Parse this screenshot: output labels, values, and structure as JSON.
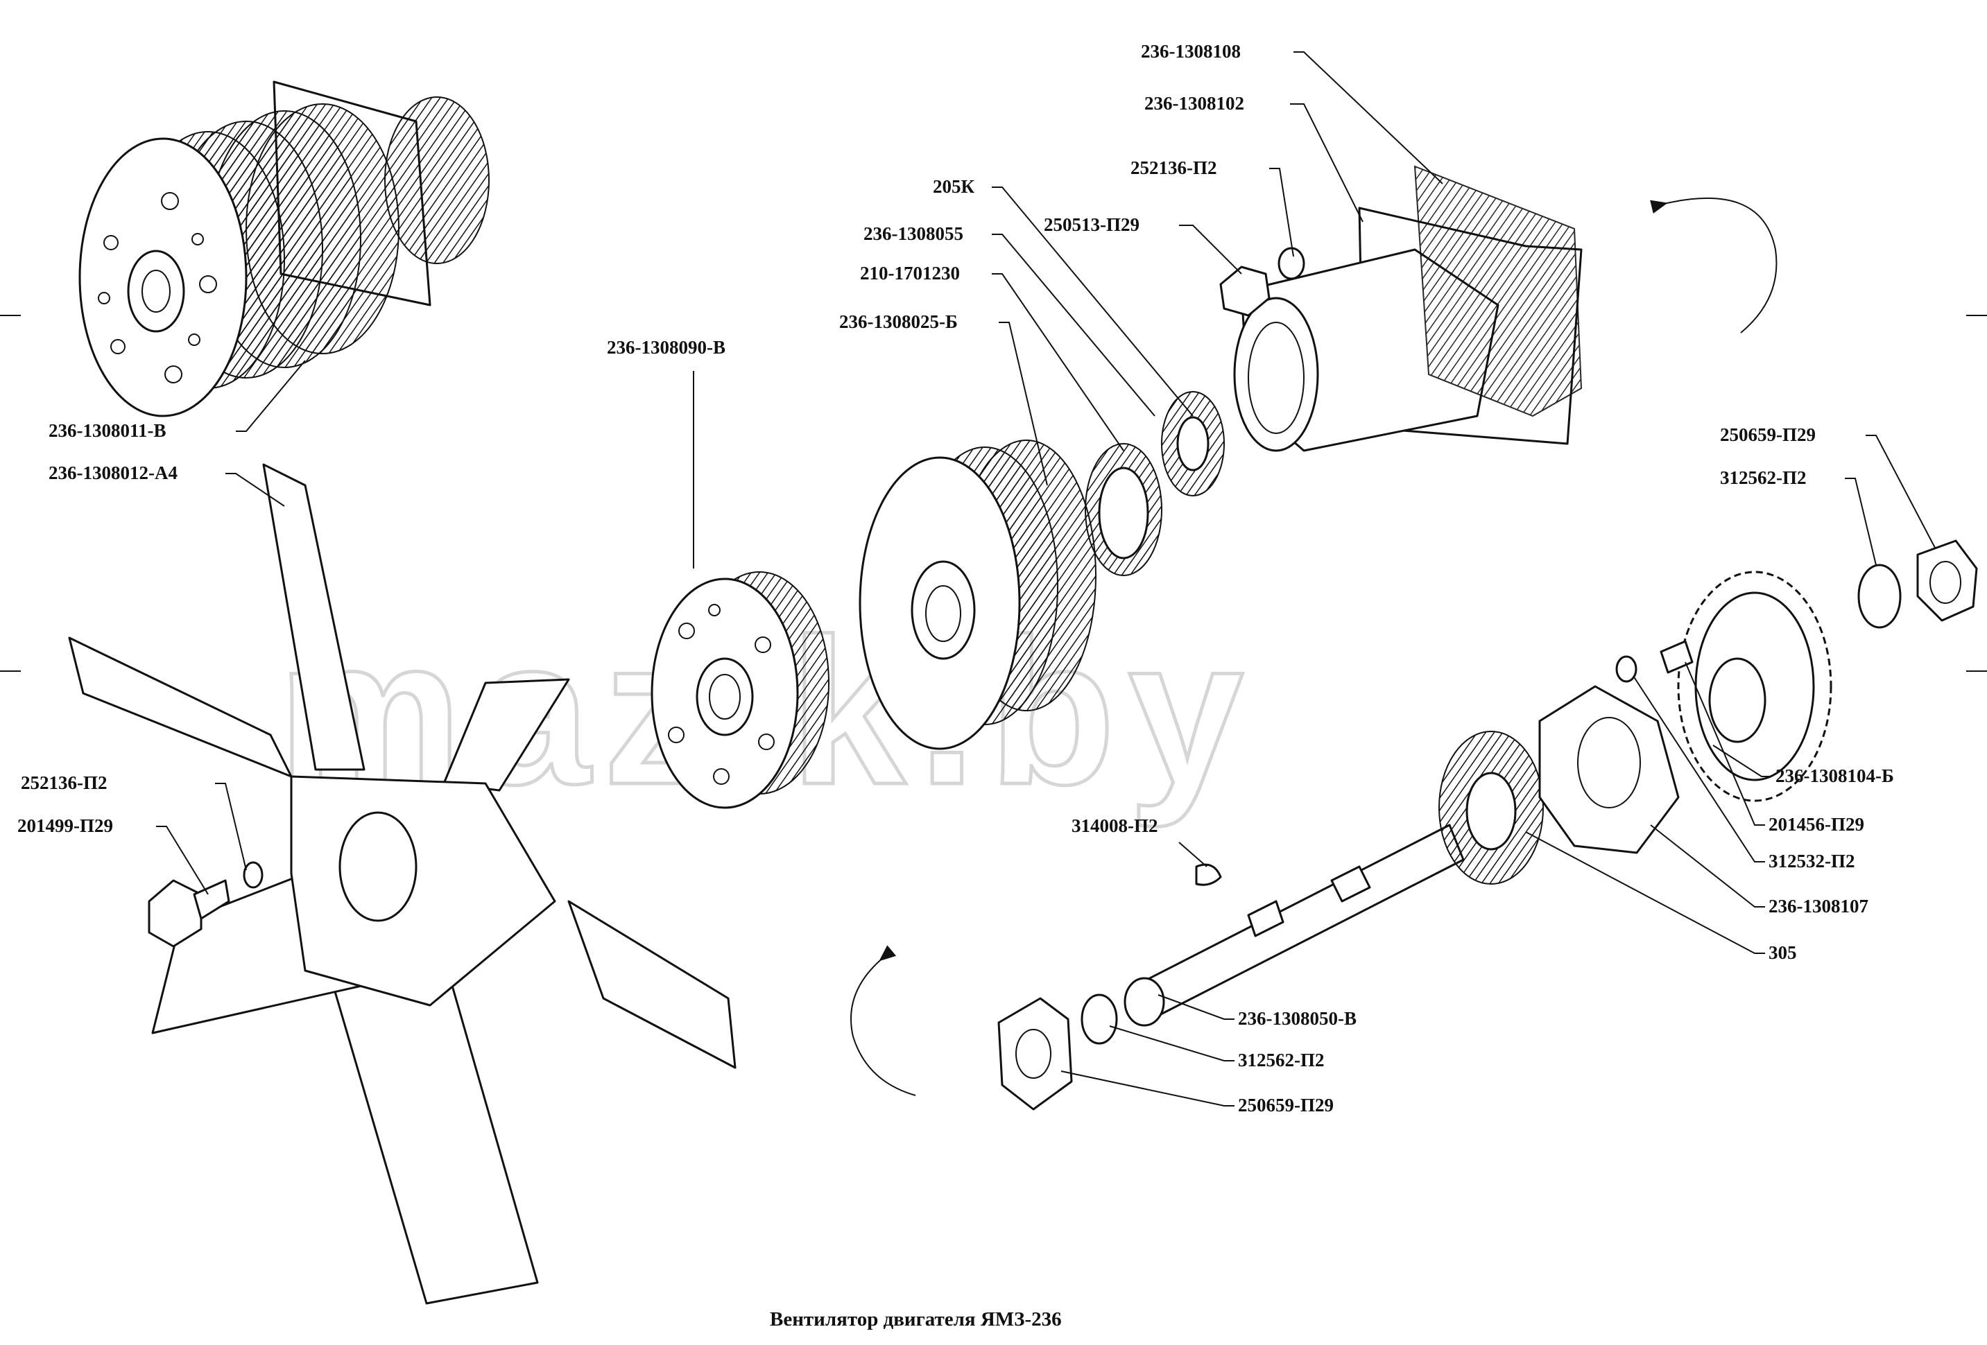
{
  "watermark": "mazik.by",
  "caption": "Вентилятор двигателя ЯМЗ-236",
  "labels": {
    "l01": "236-1308108",
    "l02": "236-1308102",
    "l03": "252136-П2",
    "l04": "205К",
    "l05": "250513-П29",
    "l06": "236-1308055",
    "l07": "210-1701230",
    "l08": "236-1308025-Б",
    "l09": "236-1308090-В",
    "l10": "236-1308011-В",
    "l11": "236-1308012-А4",
    "l12": "250659-П29",
    "l13": "312562-П2",
    "l14": "236-1308104-Б",
    "l15": "201456-П29",
    "l16": "312532-П2",
    "l17": "236-1308107",
    "l18": "305",
    "l19": "314008-П2",
    "l20": "252136-П2",
    "l21": "201499-П29",
    "l22": "236-1308050-В",
    "l23": "312562-П2",
    "l24": "250659-П29"
  }
}
